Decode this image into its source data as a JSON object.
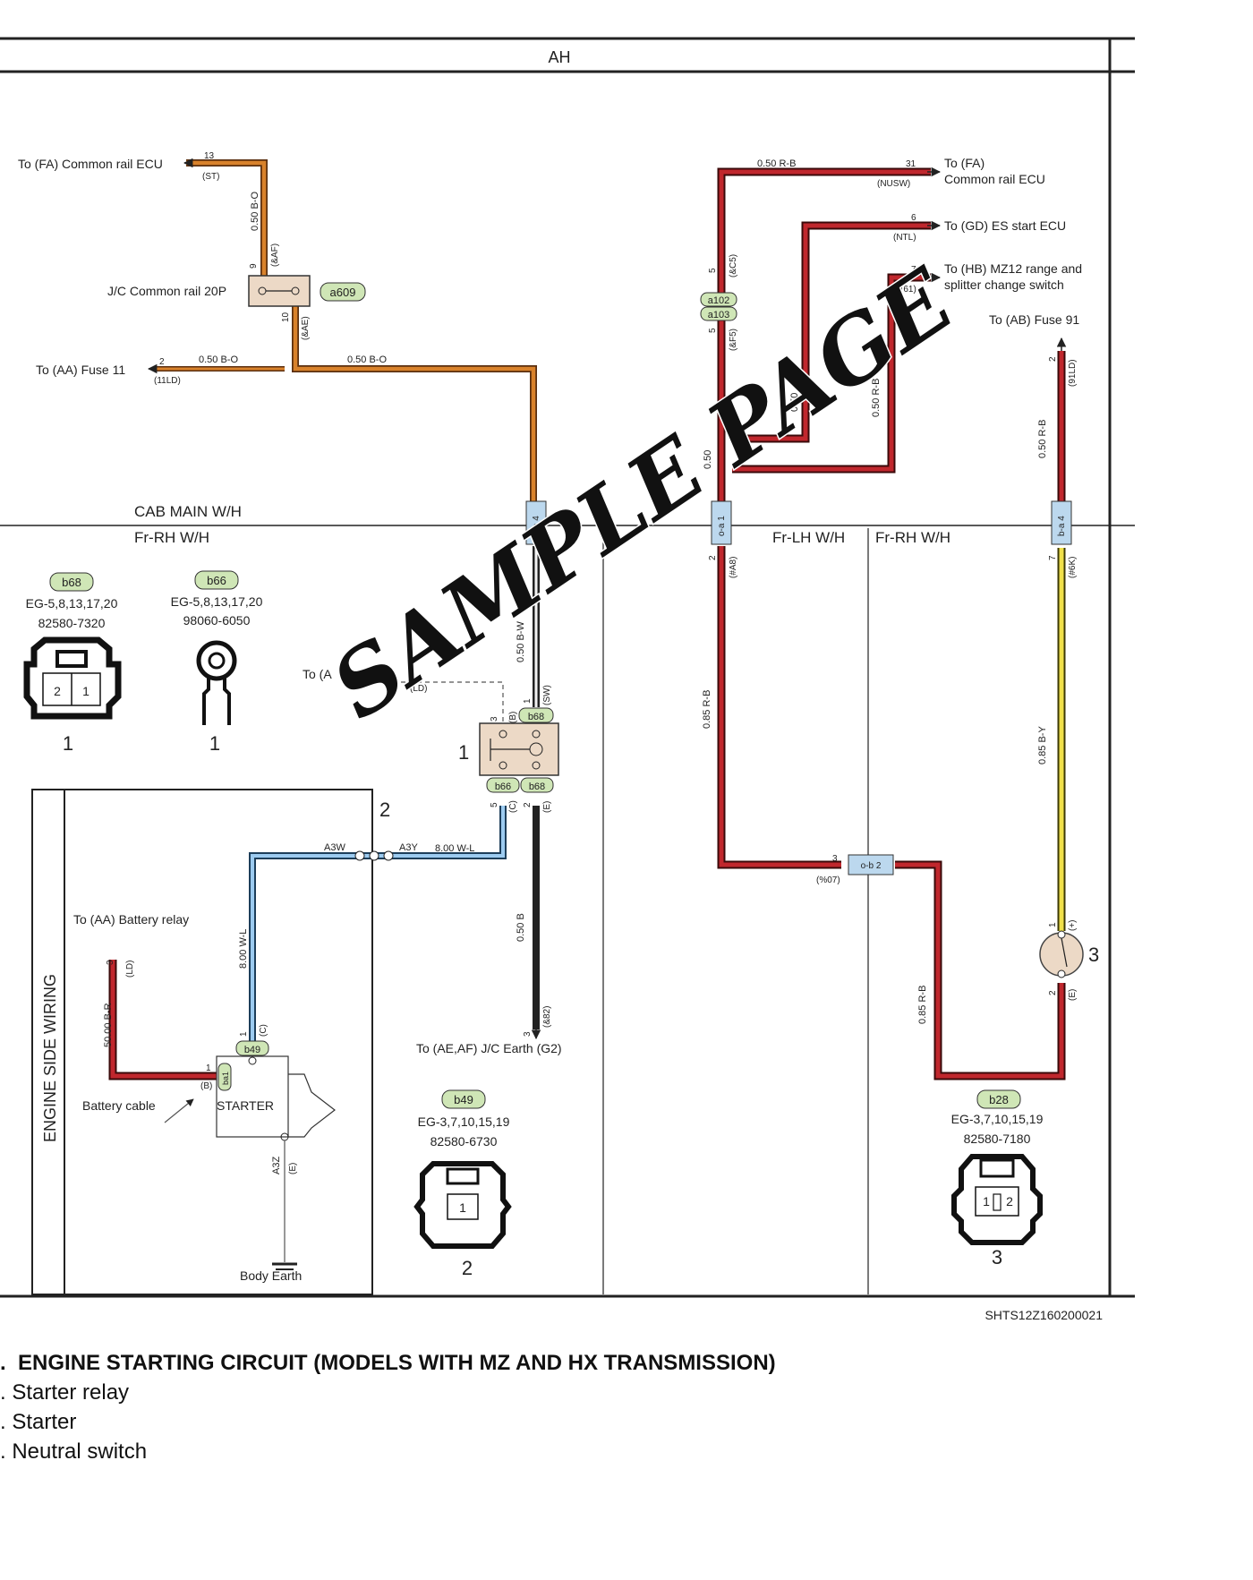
{
  "section_header": "AH",
  "harness_labels": {
    "cab_main": "CAB MAIN W/H",
    "fr_rh": "Fr-RH W/H",
    "fr_lh": "Fr-LH W/H",
    "fr_rh_right": "Fr-RH W/H",
    "engine_side": "ENGINE SIDE WIRING"
  },
  "destinations": {
    "fa_common_rail_left": "To (FA) Common rail ECU",
    "aa_fuse_11": "To (AA) Fuse 11",
    "jc_common_rail": "J/C Common rail 20P",
    "fa_common_rail_right_1": "To (FA)",
    "fa_common_rail_right_2": "Common rail ECU",
    "gd_es_start": "To (GD) ES start ECU",
    "hb_mz12_1": "To (HB) MZ12 range and",
    "hb_mz12_2": "splitter change switch",
    "ab_fuse_91": "To (AB) Fuse 91",
    "aa_battery_relay": "To (AA) Battery relay",
    "ae_af_earth": "To (AE,AF) J/C Earth (G2)",
    "partial_to": "To (A",
    "body_earth": "Body Earth",
    "battery_cable": "Battery cable",
    "starter": "STARTER"
  },
  "connectors": {
    "b68": {
      "tag": "b68",
      "refs": "EG-5,8,13,17,20",
      "part": "82580-7320",
      "item": "1",
      "pins": [
        "2",
        "1"
      ]
    },
    "b66": {
      "tag": "b66",
      "refs": "EG-5,8,13,17,20",
      "part": "98060-6050",
      "item": "1"
    },
    "b49": {
      "tag": "b49",
      "refs": "EG-3,7,10,15,19",
      "part": "82580-6730",
      "item": "2",
      "pins": [
        "1"
      ]
    },
    "b28": {
      "tag": "b28",
      "refs": "EG-3,7,10,15,19",
      "part": "82580-7180",
      "item": "3",
      "pins": [
        "1",
        "2"
      ]
    },
    "a609": "a609",
    "a102": "a102",
    "a103": "a103",
    "b68_top": "b68",
    "b66_bottom": "b66",
    "b68_bottom": "b68",
    "b49_starter": "b49",
    "ba1": "ba1"
  },
  "splices": {
    "oa4_left": "o-a 4",
    "oa1": "o-a 1",
    "ba4": "b-a 4",
    "ob2": "o-b 2"
  },
  "wire_labels": {
    "w050bo_v": "0.50 B-O",
    "w050bo_h1": "0.50 B-O",
    "w050bo_h2": "0.50 B-O",
    "w050rb_top": "0.50 R-B",
    "w050rb_v2": "0.50 R-B",
    "w050rb_v1": "0.50",
    "w050rb_v3": "0.50",
    "w050rb_fuse": "0.50 R-B",
    "w050bw": "0.50 B-W",
    "w085rb_left": "0.85 R-B",
    "w085by": "0.85 B-Y",
    "w085rb_right": "0.85 R-B",
    "w800wl_h": "8.00 W-L",
    "w800wl_v": "8.00 W-L",
    "w050b": "0.50 B",
    "w5000br": "50.00 B-R",
    "a3w": "A3W",
    "a3y": "A3Y",
    "a3z": "A3Z"
  },
  "pin_labels": {
    "p13": "13",
    "st": "(ST)",
    "p9": "9",
    "af": "(&AF)",
    "p10": "10",
    "ae": "(&AE)",
    "p2_11ld": "2",
    "p11ld": "(11LD)",
    "p31": "31",
    "nusw": "(NUSW)",
    "p6": "6",
    "ntl": "(NTL)",
    "p7_61": "7",
    "p61": "(61)",
    "p5a": "5",
    "c5": "(&C5)",
    "p5b": "5",
    "f5": "(&F5)",
    "p2_91ld": "2",
    "p91ld": "(91LD)",
    "p2_a8": "2",
    "a8": "(#A8)",
    "p7_6k": "7",
    "k6": "(#6K)",
    "p3_07": "3",
    "pct07": "(%07)",
    "p1_plus": "1",
    "plus": "(+)",
    "p2_e": "2",
    "e_sw": "(E)",
    "p3_b": "3",
    "b_relay": "(B)",
    "p1_sw": "1",
    "sw": "(SW)",
    "p5_c": "5",
    "c_relay": "(C)",
    "p2_e_relay": "2",
    "e_relay": "(E)",
    "p2_ld": "2",
    "ld": "(LD)",
    "p3_82": "3",
    "amp82": "(&82)",
    "p3_ld_batt": "3",
    "ld_batt": "(LD)",
    "p1_c": "1",
    "c_starter": "(C)",
    "p1_b": "1",
    "b_starter": "(B)",
    "e_starter": "(E)"
  },
  "item_numbers": {
    "relay": "1",
    "starter": "2",
    "neutral": "3"
  },
  "watermark": "SAMPLE PAGE",
  "drawing_id": "SHTS12Z160200021",
  "caption": {
    "heading": "ENGINE STARTING CIRCUIT (MODELS WITH MZ AND HX TRANSMISSION)",
    "items": [
      ".  Starter relay",
      ".  Starter",
      ".  Neutral switch"
    ],
    "heading_prefix": "."
  },
  "colors": {
    "orange": "#d9822b",
    "red": "#c0272d",
    "blue": "#4a90c8",
    "yellow": "#f0e04a",
    "black": "#222222",
    "tag_green": "#cfe6b6",
    "splice_blue": "#bcd8ee",
    "relay_tan": "#ecd9c6"
  }
}
